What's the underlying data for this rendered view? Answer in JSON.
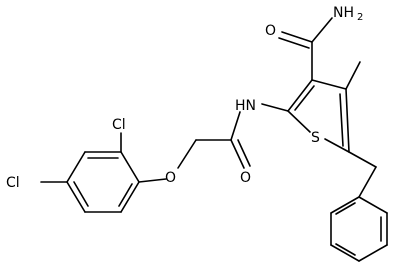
{
  "molecule": {
    "labels": {
      "amide_nh2": "NH",
      "amide_nh2_sub": "2",
      "carbonyl_o_top": "O",
      "amide_nh": "HN",
      "sulfur": "S",
      "carbonyl_o_bottom": "O",
      "ether_o": "O",
      "cl_top": "Cl",
      "cl_left": "Cl"
    },
    "colors": {
      "bond": "#000000",
      "text": "#000000",
      "background": "#ffffff"
    }
  }
}
